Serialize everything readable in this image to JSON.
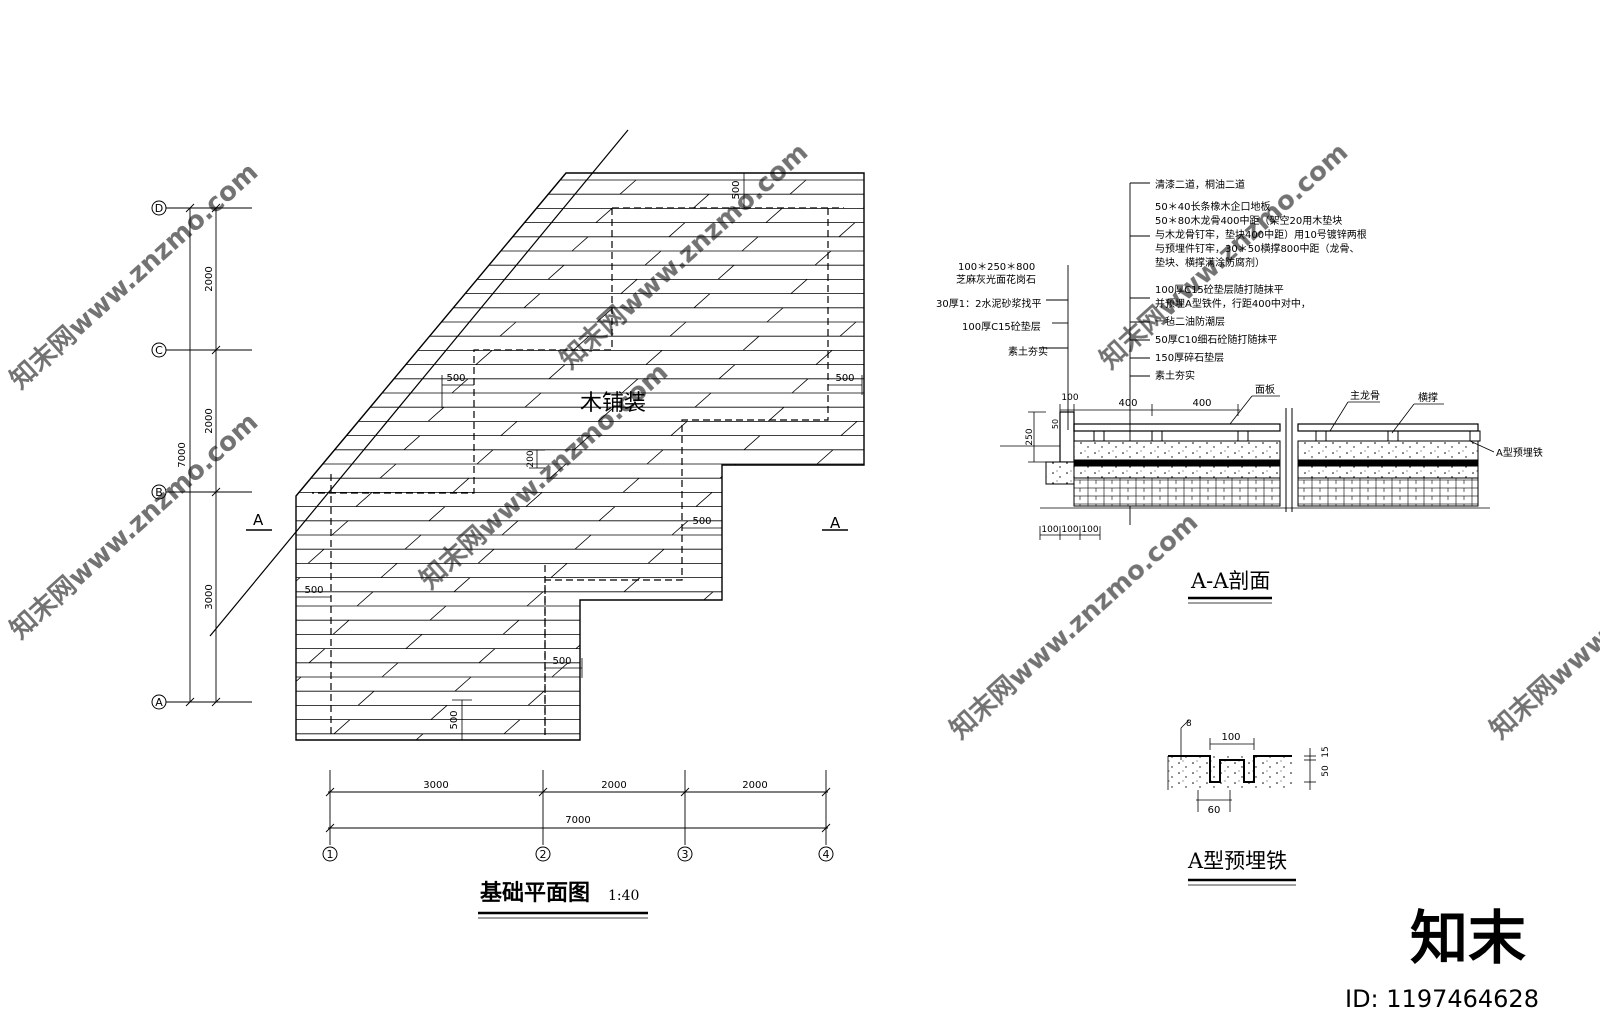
{
  "plan": {
    "title": "基础平面图",
    "scale": "1:40",
    "area_label": "木铺装",
    "section_mark": "A",
    "axes_rows": [
      "D",
      "C",
      "B",
      "A"
    ],
    "axes_cols": [
      "1",
      "2",
      "3",
      "4"
    ],
    "left_dims": [
      "2000",
      "2000",
      "3000"
    ],
    "left_total": "7000",
    "bottom_dims": [
      "3000",
      "2000",
      "2000"
    ],
    "bottom_total": "7000",
    "dim_500": "500",
    "dim_200": "200"
  },
  "section": {
    "title": "A-A剖面",
    "left_notes": [
      "100＊250＊800",
      "芝麻灰光面花岗石",
      "30厚1：2水泥砂浆找平",
      "100厚C15砼垫层",
      "素土夯实"
    ],
    "right_notes": [
      "清漆二道，桐油二道",
      "50＊40长条橡木企口地板",
      "50＊80木龙骨400中距（架空20用木垫块",
      "与木龙骨钉牢，垫块400中距）用10号镀锌两根",
      "与预埋件钉牢，30＊50横撑800中距（龙骨、",
      "垫块、横撑满涂防腐剂）",
      "100厚C15砼垫层随打随抹平",
      "并预埋A型铁件，行距400中对中，",
      "一毡二油防潮层",
      "50厚C10细石砼随打随抹平",
      "150厚碎石垫层",
      "素土夯实"
    ],
    "dims": [
      "100",
      "400",
      "400",
      "250",
      "50",
      "100",
      "100",
      "100"
    ],
    "labels": [
      "面板",
      "主龙骨",
      "横撑",
      "A型预埋铁"
    ]
  },
  "detail": {
    "title": "A型预埋铁",
    "dims": [
      "100",
      "15",
      "50",
      "60"
    ],
    "marker": "8"
  },
  "watermark": {
    "brand": "知末",
    "id_text": "ID: 1197464628",
    "tiles": [
      "知末网www.znzmo.com"
    ]
  },
  "colors": {
    "line": "#000000",
    "watermark": "#c8c8c8"
  }
}
